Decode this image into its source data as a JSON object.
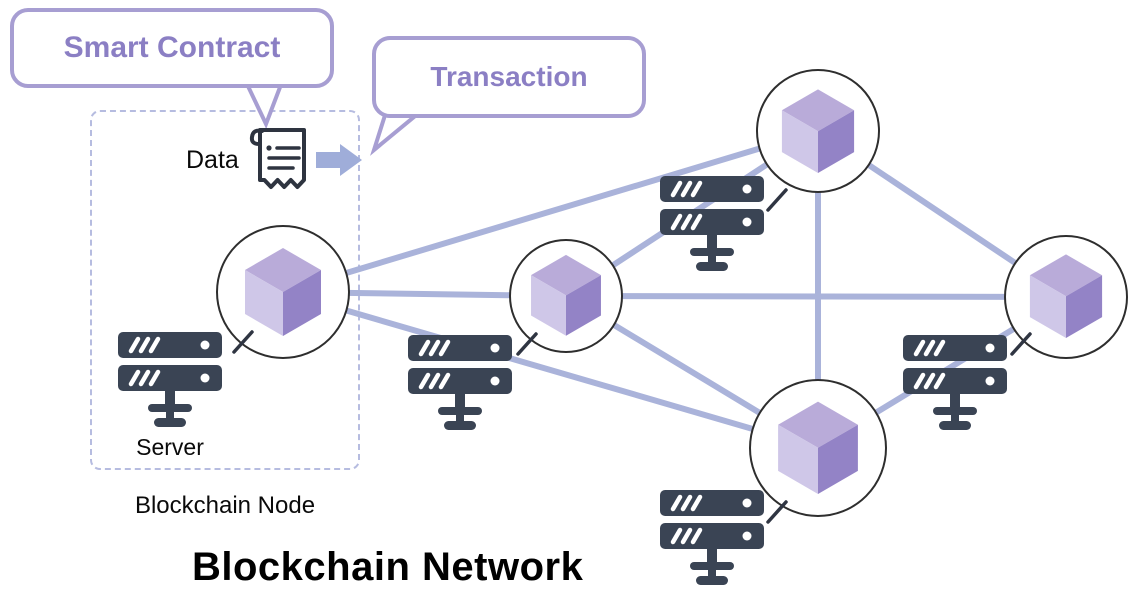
{
  "title": "Blockchain Network",
  "callouts": {
    "smart_contract": "Smart Contract",
    "transaction": "Transaction"
  },
  "node_detail": {
    "data_label": "Data",
    "server_label": "Server",
    "caption": "Blockchain Node"
  },
  "colors": {
    "callout_text": "#8b7fc4",
    "callout_border": "#a79ed2",
    "link_line": "#aab3da",
    "cube_top": "#b9abd9",
    "cube_left": "#cfc7e8",
    "cube_right": "#9383c6",
    "server_body": "#3a4454",
    "arrow": "#9fadd9",
    "dashed_box_border": "#b6bce0",
    "text": "#000000"
  },
  "icons": [
    "cube-icon",
    "server-rack-icon",
    "contract-document-icon",
    "arrow-right-icon"
  ],
  "diagram": {
    "type": "blockchain-network",
    "nodes": [
      {
        "id": "node-left",
        "server": true,
        "in_dashed_box": true
      },
      {
        "id": "node-center",
        "server": true
      },
      {
        "id": "node-top",
        "server": true
      },
      {
        "id": "node-bottom",
        "server": true
      },
      {
        "id": "node-right",
        "server": true
      }
    ],
    "connections": [
      [
        "node-left",
        "node-center"
      ],
      [
        "node-left",
        "node-top"
      ],
      [
        "node-left",
        "node-bottom"
      ],
      [
        "node-center",
        "node-top"
      ],
      [
        "node-center",
        "node-bottom"
      ],
      [
        "node-center",
        "node-right"
      ],
      [
        "node-top",
        "node-bottom"
      ],
      [
        "node-top",
        "node-right"
      ],
      [
        "node-bottom",
        "node-right"
      ]
    ]
  }
}
